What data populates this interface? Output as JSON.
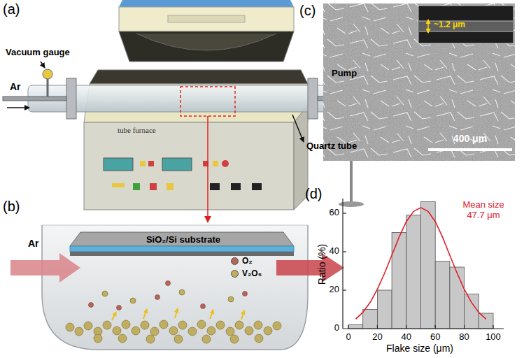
{
  "diagram": {
    "nodes": [
      {
        "text": [
          "SiO₂/Si substrate"
        ]
      }
    ],
    "labels": [
      "(a)",
      "Vacuum gauge",
      "Ar",
      "Pump",
      "tube furnace",
      "Quartz tube",
      "(b)",
      "Ar",
      "(c)",
      "~1.2 μm",
      "400 μm",
      "(d)",
      "Mean size 47.7 μm",
      "0",
      "20",
      "40",
      "60",
      "80",
      "100",
      "0",
      "20",
      "40",
      "60",
      "Ratio (%)",
      "Flake size (μm)"
    ],
    "legend": [
      {
        "text": "O₂",
        "color": "#b5655a"
      },
      {
        "text": "V₂O₅",
        "color": "#bfae62"
      }
    ]
  }
}
